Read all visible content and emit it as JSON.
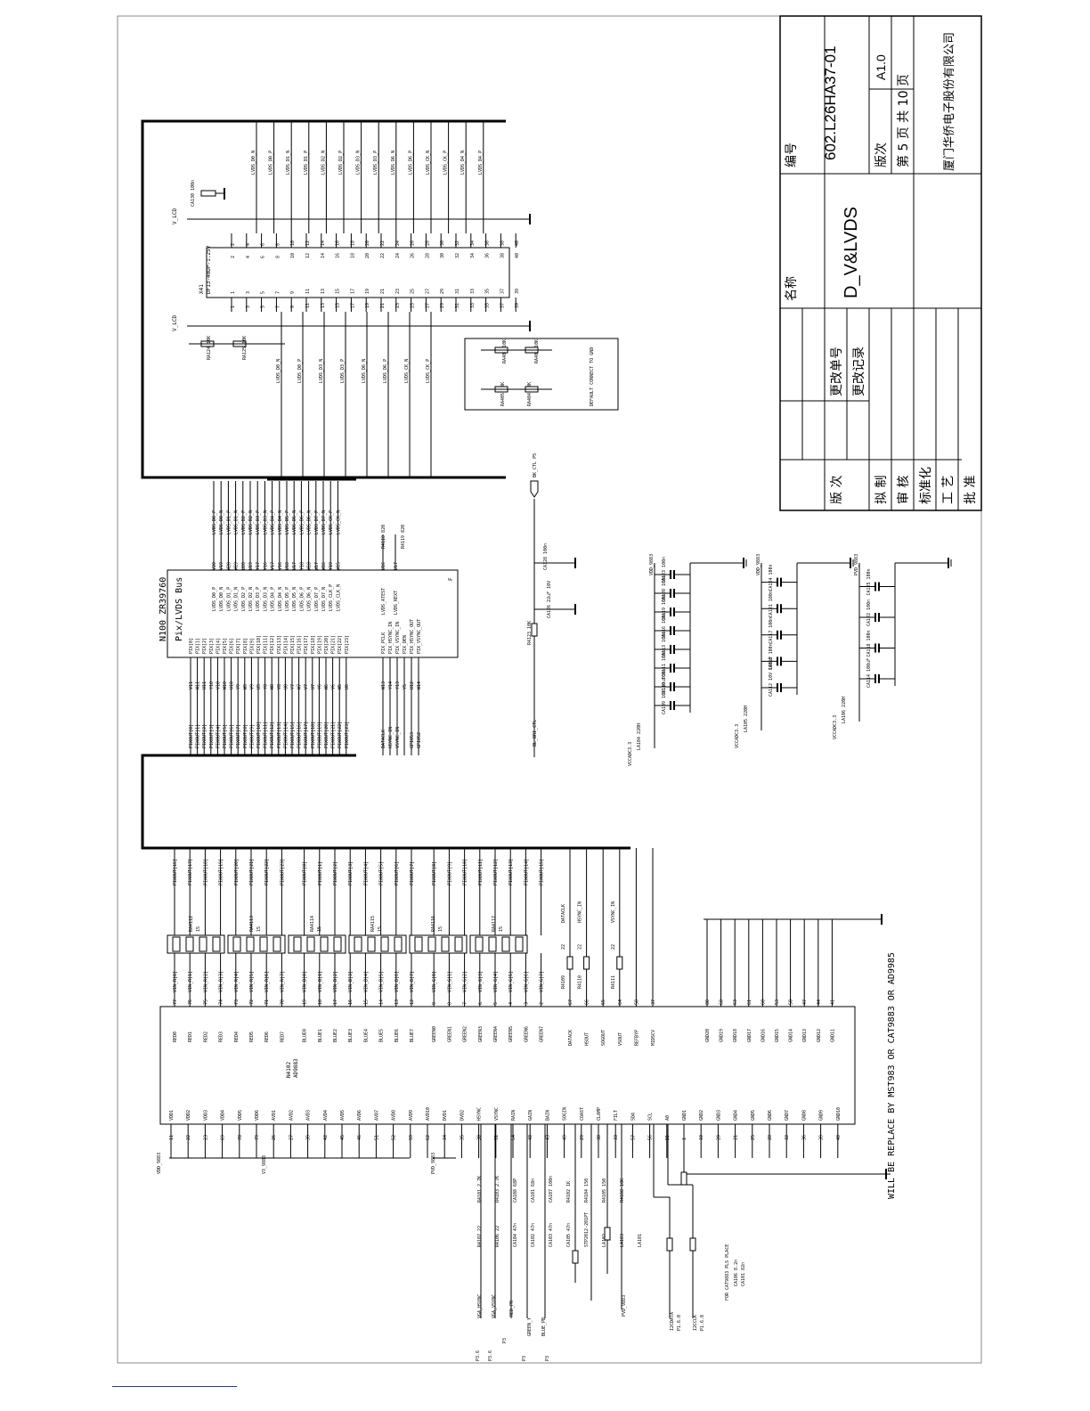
{
  "title_block": {
    "name_label": "名称",
    "name_value": "D_V&LVDS",
    "number_label": "编号",
    "number_value": "602.L26HA37-01",
    "version_label": "版次",
    "version_value": "A1.0",
    "page_text": "第 5 页  共 10 页",
    "company": "厦门华侨电子股份有限公司",
    "rev_col1": "版 次",
    "rev_col2": "更改单号",
    "rev_col3": "更改记录",
    "sign_rows": [
      "拟 制",
      "审 核",
      "标准化",
      "工 艺",
      "批 准"
    ]
  },
  "ad_chip": {
    "ref": "N4102",
    "part": "AD9883",
    "left_pins": [
      {
        "num": "77",
        "name": "RED0",
        "net": "VIN_R[0]"
      },
      {
        "num": "76",
        "name": "RED1",
        "net": "VIN_R[1]"
      },
      {
        "num": "75",
        "name": "RED2",
        "net": "VIN_R[2]"
      },
      {
        "num": "74",
        "name": "RED3",
        "net": "VIN_R[3]"
      },
      {
        "num": "73",
        "name": "RED4",
        "net": "VIN_R[4]"
      },
      {
        "num": "72",
        "name": "RED5",
        "net": "VIN_R[5]"
      },
      {
        "num": "71",
        "name": "RED6",
        "net": "VIN_R[6]"
      },
      {
        "num": "70",
        "name": "RED7",
        "net": "VIN_R[7]"
      },
      {
        "num": "19",
        "name": "BLUE0",
        "net": "VIN_B[0]"
      },
      {
        "num": "18",
        "name": "BLUE1",
        "net": "VIN_B[1]"
      },
      {
        "num": "17",
        "name": "BLUE2",
        "net": "VIN_B[2]"
      },
      {
        "num": "16",
        "name": "BLUE3",
        "net": "VIN_B[3]"
      },
      {
        "num": "15",
        "name": "BLUE4",
        "net": "VIN_B[4]"
      },
      {
        "num": "14",
        "name": "BLUE5",
        "net": "VIN_B[5]"
      },
      {
        "num": "13",
        "name": "BLUE6",
        "net": "VIN_B[6]"
      },
      {
        "num": "12",
        "name": "BLUE7",
        "net": "VIN_B[7]"
      },
      {
        "num": "9",
        "name": "GREEN0",
        "net": "VIN_G[0]"
      },
      {
        "num": "8",
        "name": "GREEN1",
        "net": "VIN_G[1]"
      },
      {
        "num": "7",
        "name": "GREEN2",
        "net": "VIN_G[2]"
      },
      {
        "num": "6",
        "name": "GREEN3",
        "net": "VIN_G[3]"
      },
      {
        "num": "5",
        "name": "GREEN4",
        "net": "VIN_G[4]"
      },
      {
        "num": "4",
        "name": "GREEN5",
        "net": "VIN_G[5]"
      },
      {
        "num": "3",
        "name": "GREEN6",
        "net": "VIN_G[6]"
      },
      {
        "num": "2",
        "name": "GREEN7",
        "net": "VIN_G[7]"
      }
    ],
    "ctrl_pins": [
      {
        "num": "67",
        "name": "DATACK",
        "res": "R4109",
        "rv": "22",
        "net": "DATACLK"
      },
      {
        "num": "66",
        "name": "HSOUT",
        "res": "R4110",
        "rv": "22",
        "net": "HSYNC_IN"
      },
      {
        "num": "65",
        "name": "SOGOUT",
        "res": "",
        "rv": "",
        "net": ""
      },
      {
        "num": "64",
        "name": "VSOUT",
        "res": "R4111",
        "rv": "22",
        "net": "VSYNC_IN"
      },
      {
        "num": "58",
        "name": "REFBYP",
        "res": "",
        "rv": "",
        "net": ""
      },
      {
        "num": "37",
        "name": "MIDSCV",
        "res": "",
        "rv": "",
        "net": ""
      }
    ],
    "gnd_pins": [
      {
        "num": "80",
        "name": "GND20"
      },
      {
        "num": "68",
        "name": "GND19"
      },
      {
        "num": "63",
        "name": "GND18"
      },
      {
        "num": "61",
        "name": "GND17"
      },
      {
        "num": "60",
        "name": "GND16"
      },
      {
        "num": "53",
        "name": "GND15"
      },
      {
        "num": "50",
        "name": "GND14"
      },
      {
        "num": "47",
        "name": "GND13"
      },
      {
        "num": "44",
        "name": "GND12"
      },
      {
        "num": "41",
        "name": "GND11"
      }
    ],
    "right_pins": [
      {
        "num": "11",
        "name": "VDD1"
      },
      {
        "num": "22",
        "name": "VDD2"
      },
      {
        "num": "23",
        "name": "VDD3"
      },
      {
        "num": "69",
        "name": "VDD4"
      },
      {
        "num": "78",
        "name": "VDD5"
      },
      {
        "num": "79",
        "name": "VDD6"
      },
      {
        "num": "26",
        "name": "AVD1"
      },
      {
        "num": "27",
        "name": "AVD2"
      },
      {
        "num": "39",
        "name": "AVD3"
      },
      {
        "num": "42",
        "name": "AVD4"
      },
      {
        "num": "45",
        "name": "AVD5"
      },
      {
        "num": "46",
        "name": "AVD6"
      },
      {
        "num": "51",
        "name": "AVD7"
      },
      {
        "num": "52",
        "name": "AVD8"
      },
      {
        "num": "59",
        "name": "AVD9"
      },
      {
        "num": "62",
        "name": "AVD10"
      },
      {
        "num": "34",
        "name": "DVD1"
      },
      {
        "num": "35",
        "name": "DVD2"
      },
      {
        "num": "30",
        "name": "HSYNC"
      },
      {
        "num": "31",
        "name": "VSYNC"
      },
      {
        "num": "54",
        "name": "RAIN"
      },
      {
        "num": "48",
        "name": "GAIN"
      },
      {
        "num": "43",
        "name": "BAIN"
      },
      {
        "num": "49",
        "name": "SOGIN"
      },
      {
        "num": "29",
        "name": "COAST"
      },
      {
        "num": "38",
        "name": "CLAMP"
      },
      {
        "num": "33",
        "name": "FILT"
      },
      {
        "num": "57",
        "name": "SDA"
      },
      {
        "num": "56",
        "name": "SCL"
      },
      {
        "num": "55",
        "name": "A0"
      },
      {
        "num": "1",
        "name": "GND1"
      },
      {
        "num": "10",
        "name": "GND2"
      },
      {
        "num": "20",
        "name": "GND3"
      },
      {
        "num": "21",
        "name": "GND4"
      },
      {
        "num": "25",
        "name": "GND5"
      },
      {
        "num": "28",
        "name": "GND6"
      },
      {
        "num": "32",
        "name": "GND7"
      },
      {
        "num": "36",
        "name": "GND8"
      },
      {
        "num": "39",
        "name": "GND9"
      },
      {
        "num": "40",
        "name": "GND10"
      }
    ],
    "supply_labels": [
      "VDD_9883",
      "V3_9883",
      "PVD_9883"
    ]
  },
  "pix_out_labels": [
    "PIXOUT[16]",
    "PIXOUT[17]",
    "PIXOUT[18]",
    "PIXOUT[19]",
    "PIXOUT[20]",
    "PIXOUT[21]",
    "PIXOUT[22]",
    "PIXOUT[23]",
    "PIXOUT[0]",
    "PIXOUT[1]",
    "PIXOUT[2]",
    "PIXOUT[3]",
    "PIXOUT[4]",
    "PIXOUT[5]",
    "PIXOUT[6]",
    "PIXOUT[7]",
    "PIXOUT[8]",
    "PIXOUT[9]",
    "PIXOUT[10]",
    "PIXOUT[11]",
    "PIXOUT[12]",
    "PIXOUT[13]",
    "PIXOUT[14]",
    "PIXOUT[15]"
  ],
  "resistor_arrays": [
    {
      "ref": "RA4112",
      "val": "15"
    },
    {
      "ref": "RA4113",
      "val": "15"
    },
    {
      "ref": "RA4114",
      "val": "15"
    },
    {
      "ref": "RA4115",
      "val": "15"
    },
    {
      "ref": "RA4116",
      "val": "15"
    },
    {
      "ref": "RA4117",
      "val": "15"
    }
  ],
  "zr_chip": {
    "title": "N100  ZR39760",
    "subtitle": "Pix/LVDS Bus",
    "corner": "F",
    "pix_pins": [
      {
        "ball": "V11",
        "pin": "PIX[0]",
        "net": "PIXOUT[0]"
      },
      {
        "ball": "W11",
        "pin": "PIX[1]",
        "net": "PIXOUT[1]"
      },
      {
        "ball": "U11",
        "pin": "PIX[2]",
        "net": "PIXOUT[2]"
      },
      {
        "ball": "Y10",
        "pin": "PIX[3]",
        "net": "PIXOUT[3]"
      },
      {
        "ball": "V10",
        "pin": "PIX[4]",
        "net": "PIXOUT[4]"
      },
      {
        "ball": "W10",
        "pin": "PIX[5]",
        "net": "PIXOUT[5]"
      },
      {
        "ball": "U10",
        "pin": "PIX[6]",
        "net": "PIXOUT[6]"
      },
      {
        "ball": "Y9",
        "pin": "PIX[7]",
        "net": "PIXOUT[7]"
      },
      {
        "ball": "W9",
        "pin": "PIX[8]",
        "net": "PIXOUT[8]"
      },
      {
        "ball": "V9",
        "pin": "PIX[9]",
        "net": "PIXOUT[9]"
      },
      {
        "ball": "U9",
        "pin": "PIX[10]",
        "net": "PIXOUT[10]"
      },
      {
        "ball": "Y8",
        "pin": "PIX[11]",
        "net": "PIXOUT[11]"
      },
      {
        "ball": "W8",
        "pin": "PIX[12]",
        "net": "PIXOUT[12]"
      },
      {
        "ball": "V8",
        "pin": "PIX[13]",
        "net": "PIXOUT[13]"
      },
      {
        "ball": "U8",
        "pin": "PIX[14]",
        "net": "PIXOUT[14]"
      },
      {
        "ball": "Y7",
        "pin": "PIX[15]",
        "net": "PIXOUT[15]"
      },
      {
        "ball": "W7",
        "pin": "PIX[16]",
        "net": "PIXOUT[16]"
      },
      {
        "ball": "V7",
        "pin": "PIX[17]",
        "net": "PIXOUT[17]"
      },
      {
        "ball": "U7",
        "pin": "PIX[18]",
        "net": "PIXOUT[18]"
      },
      {
        "ball": "Y6",
        "pin": "PIX[19]",
        "net": "PIXOUT[19]"
      },
      {
        "ball": "W6",
        "pin": "PIX[20]",
        "net": "PIXOUT[20]"
      },
      {
        "ball": "V6",
        "pin": "PIX[21]",
        "net": "PIXOUT[21]"
      },
      {
        "ball": "W5",
        "pin": "PIX[22]",
        "net": "PIXOUT[22]"
      },
      {
        "ball": "U6",
        "pin": "PIX[23]",
        "net": "PIXOUT[23]"
      }
    ],
    "ctrl_pins": [
      {
        "ball": "W13",
        "pin": "PIX_PCLK",
        "net": "DATACLK"
      },
      {
        "ball": "Y14",
        "pin": "PIX_HSYNC_IN",
        "net": "HSYNC_IN"
      },
      {
        "ball": "Y13",
        "pin": "PIX_VSYNC_IN",
        "net": "VSYNC_IN"
      },
      {
        "ball": "Y5",
        "pin": "PIX_DEN",
        "net": ""
      },
      {
        "ball": "U12",
        "pin": "PIX_HSYNC_OUT",
        "net": "GPIO53"
      },
      {
        "ball": "W14",
        "pin": "PIX_VSYNC_OUT",
        "net": "GPIO52"
      }
    ],
    "lvds_pins": [
      {
        "ball": "V20",
        "pin": "LVDS_D0_P",
        "net": "LVDS_D0_P"
      },
      {
        "ball": "V19",
        "pin": "LVDS_D0_N",
        "net": "LVDS_D0_N"
      },
      {
        "ball": "W20",
        "pin": "LVDS_D1_P",
        "net": "LVDS_D1_P"
      },
      {
        "ball": "W19",
        "pin": "LVDS_D1_N",
        "net": "LVDS_D1_N"
      },
      {
        "ball": "U20",
        "pin": "LVDS_D2_P",
        "net": "LVDS_D2_P"
      },
      {
        "ball": "U19",
        "pin": "LVDS_D2_N",
        "net": "LVDS_D2_N"
      },
      {
        "ball": "Y17",
        "pin": "LVDS_D3_P",
        "net": "LVDS_D3_P"
      },
      {
        "ball": "Y16",
        "pin": "LVDS_D3_N",
        "net": "LVDS_D3_N"
      },
      {
        "ball": "V17",
        "pin": "LVDS_D4_P",
        "net": "LVDS_D4_P"
      },
      {
        "ball": "V16",
        "pin": "LVDS_D4_N",
        "net": "LVDS_D4_N"
      },
      {
        "ball": "U18",
        "pin": "LVDS_D5_P",
        "net": "LVDS_D5_P"
      },
      {
        "ball": "U17",
        "pin": "LVDS_D5_N",
        "net": "LVDS_D5_N"
      },
      {
        "ball": "Y18",
        "pin": "LVDS_D6_P",
        "net": "LVDS_D6_P"
      },
      {
        "ball": "W18",
        "pin": "LVDS_D6_N",
        "net": "LVDS_D6_N"
      },
      {
        "ball": "W17",
        "pin": "LVDS_D7_P",
        "net": "LVDS_D7_P"
      },
      {
        "ball": "W16",
        "pin": "LVDS_D7_N",
        "net": "LVDS_D7_N"
      },
      {
        "ball": "Y19",
        "pin": "LVDS_CLK_P",
        "net": "LVDS_CK_P"
      },
      {
        "ball": "W15",
        "pin": "LVDS_CLK_N",
        "net": "LVDS_CK_N"
      }
    ],
    "test_pins": [
      {
        "ball": "U16",
        "pin": "LVDS_ATEST",
        "net": "R4118 820"
      },
      {
        "ball": "U17",
        "pin": "LVDS_REXT",
        "net": "R4119 820"
      }
    ],
    "bl_net": "BL_BRI_CTL",
    "bk_ctl": "BK_CTL P5",
    "r4123": "R4123 10K",
    "c4126": "CA126 22uF 10V",
    "c4128": "CA128 100n"
  },
  "connector": {
    "ref": "X41",
    "part": "DF13-40DP-1.25V",
    "top_nets": [
      "LVDS_D0_N",
      "LVDS_D0_P",
      "LVDS_D1_N",
      "LVDS_D1_P",
      "LVDS_D2_N",
      "LVDS_D2_P",
      "LVDS_D3_N",
      "LVDS_D3_P",
      "LVDS_D6_N",
      "LVDS_D6_P",
      "LVDS_CK_N",
      "LVDS_CK_P",
      "LVDS_D4_N",
      "LVDS_D4_P"
    ],
    "bottom_nets": [
      "LVDS_D0_N",
      "LVDS_D0_P",
      "LVDS_D3_N",
      "LVDS_D3_P",
      "LVDS_D6_N",
      "LVDS_D6_P",
      "LVDS_CK_N",
      "LVDS_CK_P"
    ],
    "even_pins": [
      "2",
      "4",
      "6",
      "8",
      "10",
      "12",
      "14",
      "16",
      "18",
      "20",
      "22",
      "24",
      "26",
      "28",
      "30",
      "32",
      "34",
      "36",
      "38",
      "40"
    ],
    "odd_pins": [
      "1",
      "3",
      "5",
      "7",
      "9",
      "11",
      "13",
      "15",
      "17",
      "19",
      "21",
      "23",
      "25",
      "27",
      "29",
      "31",
      "33",
      "35",
      "37",
      "39"
    ],
    "vlcd": "V_LCD",
    "c4130": "CA130 100n",
    "r4124": "RA124 10K",
    "r4125": "RA125 10K",
    "default_note": "DEFAULT CONNECT TO GND",
    "option_res": [
      "RA402 10K",
      "RA403 10K",
      "RA405 10K",
      "RA404 10K"
    ]
  },
  "decoupling": {
    "groups": [
      {
        "rail": "VDD_9883",
        "src": "VCCADC3.3",
        "inductor": "LA104 220H",
        "caps": [
          "CA109 10V100uF",
          "CA110 100n",
          "CA111 100n",
          "CA113 100n",
          "CA116 100n",
          "CA119 100n",
          "CA120 100n",
          "CA123 100n"
        ]
      },
      {
        "rail": "VDD_9883",
        "src": "VCCADC3.3",
        "inductor": "LA105 220H",
        "caps": [
          "CA112 10V 100uF",
          "CA115 100n",
          "CA117 100n",
          "CA121 100n",
          "CA124 100n"
        ]
      },
      {
        "rail": "PVD_9883",
        "src": "VCCADC3.3",
        "inductor": "LA106 220H",
        "caps": [
          "CA114 100uF",
          "CA118 100n",
          "CA122 100n",
          "CA125 100n"
        ]
      }
    ]
  },
  "analog_inputs": {
    "labels": [
      "VGA_HSYNC",
      "VGA_VSYNC",
      "RED_PR",
      "GREEN_Y",
      "BLUE_PB",
      "P3.6",
      "P3.6",
      "P3",
      "P3",
      "P3"
    ],
    "parts": [
      "R4107 22",
      "R4106 22",
      "CA104 47n",
      "CA102 47n",
      "CA103 47n",
      "CA105 47n",
      "STP2012-201PT",
      "LA102",
      "LA103",
      "LA101",
      "R4101 2.7K",
      "R4103 2.7K",
      "CA108 68P",
      "CA101 68n",
      "CA107 100n",
      "R4102 1K",
      "R4104 150",
      "R4105 150",
      "R4108 10K"
    ],
    "i2c": [
      "I2CDATA",
      "P1.6.0",
      "I2CCLK",
      "P1.6.0"
    ],
    "pll": "PVD_9883",
    "place_note": "FOR CAT9883 PLS PLACE",
    "place_note2": "CA106 8.2n",
    "place_note3": "CA101 82n"
  },
  "vertical_note": "WILL BE REPLACE BY MST983 OR CAT9883 OR AD9985"
}
